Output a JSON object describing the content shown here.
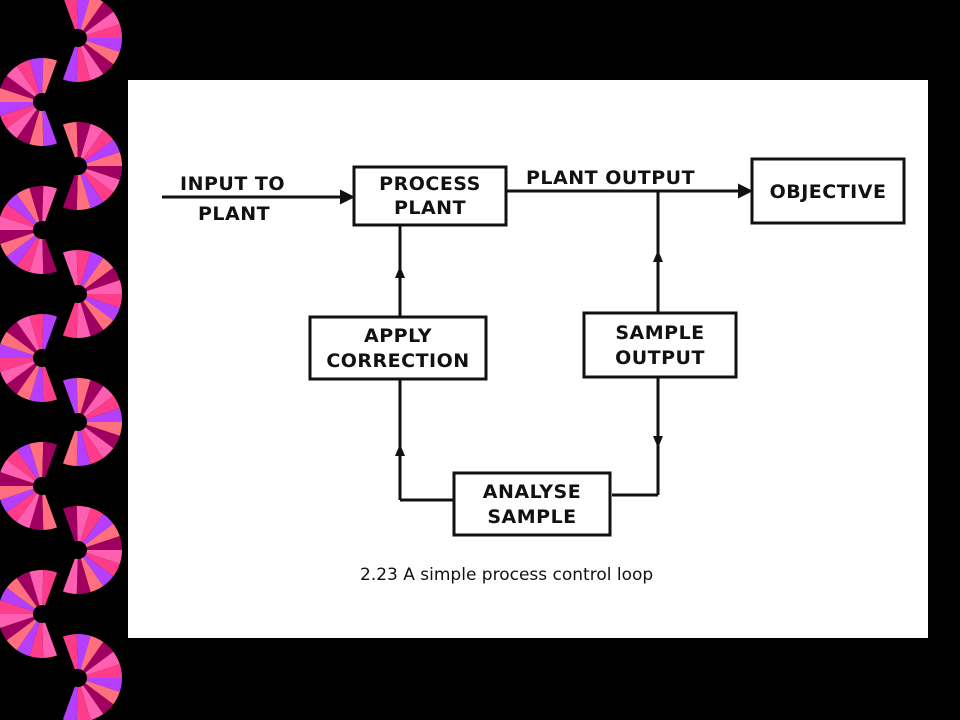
{
  "colors": {
    "background": "#000000",
    "card": "#ffffff",
    "ink": "#111111",
    "fan": [
      "#ff3c8a",
      "#b43fff",
      "#ff6f7f",
      "#a00060",
      "#ff5fb0"
    ]
  },
  "diagram": {
    "nodes": {
      "process_plant": [
        "PROCESS",
        "PLANT"
      ],
      "objective": [
        "OBJECTIVE"
      ],
      "apply_correction": [
        "APPLY",
        "CORRECTION"
      ],
      "sample_output": [
        "SAMPLE",
        "OUTPUT"
      ],
      "analyse_sample": [
        "ANALYSE",
        "SAMPLE"
      ]
    },
    "edge_labels": {
      "input_to_plant": [
        "INPUT TO",
        "PLANT"
      ],
      "plant_output": "PLANT OUTPUT"
    },
    "caption": "2.23  A simple process control loop"
  }
}
